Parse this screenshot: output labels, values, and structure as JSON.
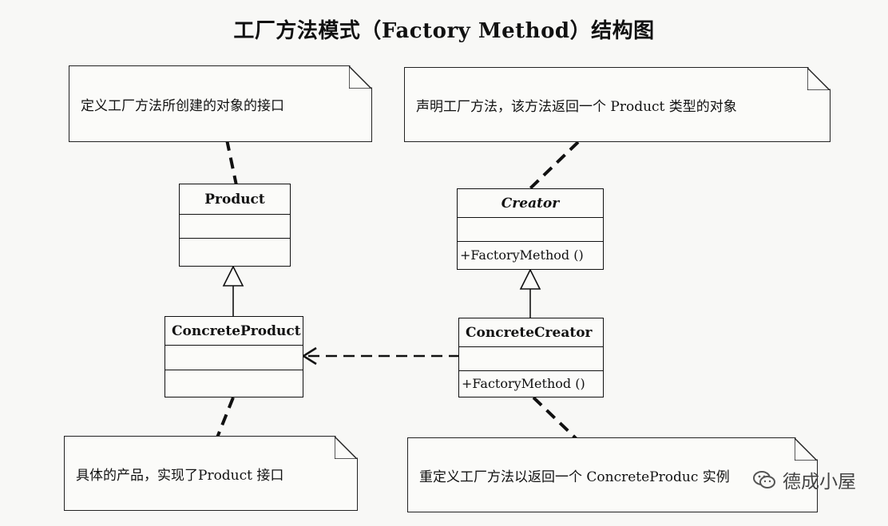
{
  "title": "工厂方法模式（Factory Method）结构图",
  "notes": {
    "product": "定义工厂方法所创建的对象的接口",
    "creator": "声明工厂方法，该方法返回一个 Product 类型的对象",
    "concrete_product": "具体的产品，实现了Product 接口",
    "concrete_creator": "重定义工厂方法以返回一个 ConcreteProduc 实例"
  },
  "classes": {
    "product": {
      "name": "Product"
    },
    "creator": {
      "name": "Creator",
      "operation": "+FactoryMethod ()"
    },
    "concrete_product": {
      "name": "ConcreteProduct"
    },
    "concrete_creator": {
      "name": "ConcreteCreator",
      "operation": "+FactoryMethod ()"
    }
  },
  "watermark": "德成小屋"
}
